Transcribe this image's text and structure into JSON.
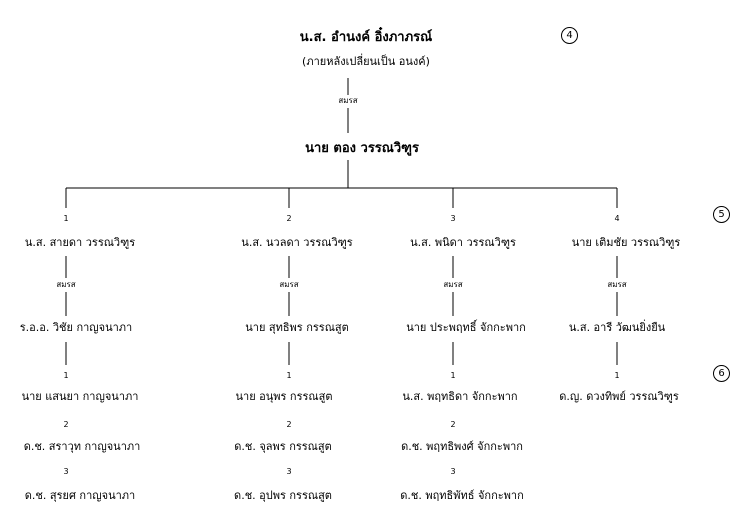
{
  "top": {
    "name": "น.ส. อำนงค์ อิ๋งภาภรณ์",
    "note": "(ภายหลังเปลี่ยนเป็น อนงค์)",
    "marriage": "สมรส",
    "spouse": "นาย ตอง วรรณวิฑูร",
    "gen_marker": "4"
  },
  "gen5_marker": "5",
  "gen6_marker": "6",
  "branches": [
    {
      "num": "1",
      "child": "น.ส. สายดา วรรณวิฑูร",
      "marriage": "สมรส",
      "spouse": "ร.อ.อ. วิชัย กาญจนาภา",
      "grandchildren": [
        {
          "num": "1",
          "name": "นาย แสนยา กาญจนาภา"
        },
        {
          "num": "2",
          "name": "ด.ช. สราวุท กาญจนาภา"
        },
        {
          "num": "3",
          "name": "ด.ช. สุรยศ กาญจนาภา"
        }
      ]
    },
    {
      "num": "2",
      "child": "น.ส. นวลดา วรรณวิฑูร",
      "marriage": "สมรส",
      "spouse": "นาย สุทธิพร กรรณสูต",
      "grandchildren": [
        {
          "num": "1",
          "name": "นาย อนุพร กรรณสูต"
        },
        {
          "num": "2",
          "name": "ด.ช. จุลพร กรรณสูต"
        },
        {
          "num": "3",
          "name": "ด.ช. อุปพร กรรณสูต"
        }
      ]
    },
    {
      "num": "3",
      "child": "น.ส. พนิดา วรรณวิฑูร",
      "marriage": "สมรส",
      "spouse": "นาย ประพฤทธิ์ จักกะพาก",
      "grandchildren": [
        {
          "num": "1",
          "name": "น.ส. พฤทธิดา จักกะพาก"
        },
        {
          "num": "2",
          "name": "ด.ช. พฤทธิพงศ์ จักกะพาก"
        },
        {
          "num": "3",
          "name": "ด.ช. พฤทธิพัทธ์ จักกะพาก"
        }
      ]
    },
    {
      "num": "4",
      "child": "นาย เติมชัย วรรณวิฑูร",
      "marriage": "สมรส",
      "spouse": "น.ส. อารี วัฒนยิ่งยืน",
      "grandchildren": [
        {
          "num": "1",
          "name": "ด.ญ. ดวงทิพย์ วรรณวิฑูร"
        }
      ]
    }
  ]
}
